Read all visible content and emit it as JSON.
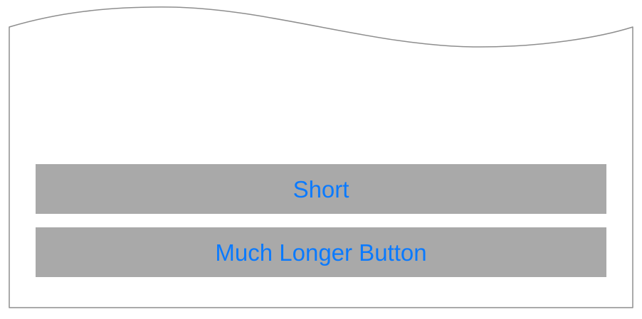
{
  "screen": {
    "description": "Cropped mobile screen with torn wave top edge",
    "border_color": "#8e8e8e",
    "background_color": "#ffffff"
  },
  "buttons": [
    {
      "label": "Short"
    },
    {
      "label": "Much Longer Button"
    }
  ],
  "colors": {
    "button_background": "#a9a9a9",
    "button_text": "#0a7aff"
  }
}
